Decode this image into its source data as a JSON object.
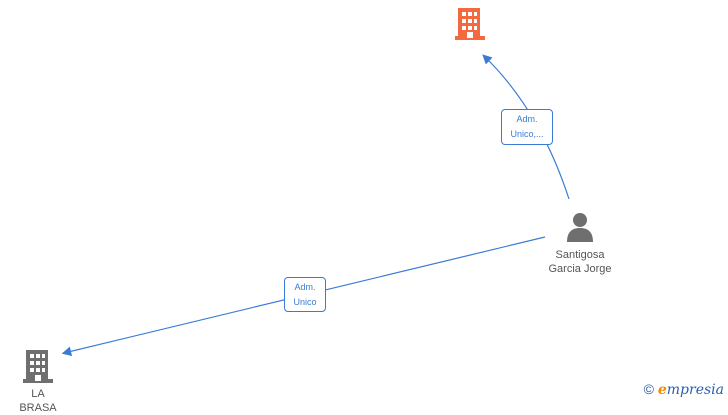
{
  "nodes": {
    "company_top": {
      "label": "",
      "icon": "building-icon",
      "color": "#f26a3d"
    },
    "company_bottom": {
      "label": "LA BRASA",
      "icon": "building-icon",
      "color": "#6f6f6f"
    },
    "person": {
      "label_line1": "Santigosa",
      "label_line2": "Garcia Jorge",
      "icon": "person-icon",
      "color": "#6f6f6f"
    }
  },
  "edges": [
    {
      "from": "person",
      "to": "company_top",
      "label_line1": "Adm.",
      "label_line2": "Unico,..."
    },
    {
      "from": "person",
      "to": "company_bottom",
      "label_line1": "Adm.",
      "label_line2": "Unico"
    }
  ],
  "footer": {
    "copyright": "©",
    "brand_first": "e",
    "brand_rest": "mpresia"
  },
  "colors": {
    "edge": "#3a7bd5"
  }
}
